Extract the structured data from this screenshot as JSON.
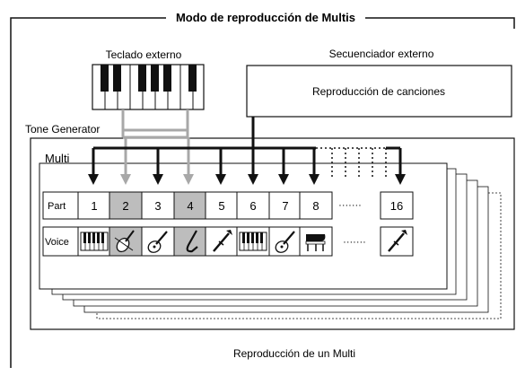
{
  "title": "Modo de reproducción de Multis",
  "external_keyboard": "Teclado externo",
  "external_sequencer": "Secuenciador externo",
  "song_playback": "Reproducción de canciones",
  "tone_generator": "Tone Generator",
  "multi_label": "Multi",
  "part_label": "Part",
  "voice_label": "Voice",
  "ellipsis": "·······",
  "footer": "Reproducción de un Multi",
  "parts": [
    {
      "number": "1",
      "voice": "keyboard-icon",
      "highlighted": false
    },
    {
      "number": "2",
      "voice": "violin-icon",
      "highlighted": true
    },
    {
      "number": "3",
      "voice": "guitar-icon",
      "highlighted": false
    },
    {
      "number": "4",
      "voice": "saxophone-icon",
      "highlighted": true
    },
    {
      "number": "5",
      "voice": "trumpet-icon",
      "highlighted": false
    },
    {
      "number": "6",
      "voice": "keyboard-icon",
      "highlighted": false
    },
    {
      "number": "7",
      "voice": "guitar-icon",
      "highlighted": false
    },
    {
      "number": "8",
      "voice": "piano-icon",
      "highlighted": false
    },
    {
      "number": "16",
      "voice": "trumpet-icon",
      "highlighted": false
    }
  ],
  "colors": {
    "highlight": "#bdbdbd",
    "arrow_gray": "#a8a8a8",
    "line": "#111111"
  }
}
